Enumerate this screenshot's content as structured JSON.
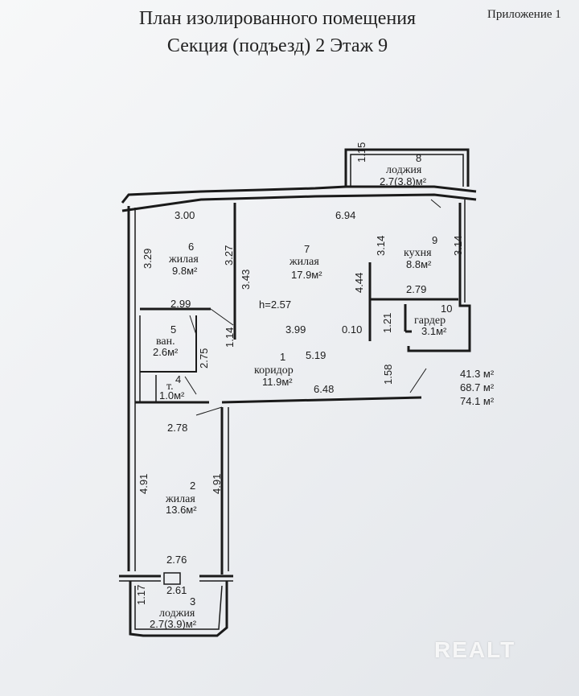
{
  "header": {
    "title": "План изолированного помещения",
    "subtitle": "Секция (подъезд) 2  Этаж 9",
    "appendix": "Приложение 1"
  },
  "rooms": {
    "r8": {
      "num": "8",
      "name": "лоджия",
      "area": "2.7(3.8)м²"
    },
    "r6": {
      "num": "6",
      "name": "жилая",
      "area": "9.8м²"
    },
    "r7": {
      "num": "7",
      "name": "жилая",
      "area": "17.9м²"
    },
    "r9": {
      "num": "9",
      "name": "кухня",
      "area": "8.8м²"
    },
    "r10": {
      "num": "10",
      "name": "гардер",
      "area": "3.1м²"
    },
    "r5": {
      "num": "5",
      "name": "ван.",
      "area": "2.6м²"
    },
    "r4": {
      "num": "4",
      "name": "т.",
      "area": "1.0м²"
    },
    "r1": {
      "num": "1",
      "name": "коридор",
      "area": "11.9м²"
    },
    "r2": {
      "num": "2",
      "name": "жилая",
      "area": "13.6м²"
    },
    "r3": {
      "num": "3",
      "name": "лоджия",
      "area": "2.7(3.9)м²"
    }
  },
  "dims": {
    "d115": "1.15",
    "d300": "3.00",
    "d694": "6.94",
    "d329": "3.29",
    "d327": "3.27",
    "d343": "3.43",
    "d314a": "3.14",
    "d314b": "3.14",
    "d444": "4.44",
    "d279": "2.79",
    "d299": "2.99",
    "h": "h=2.57",
    "d114": "1.14",
    "d399": "3.99",
    "d010": "0.10",
    "d121": "1.21",
    "d275": "2.75",
    "d519": "5.19",
    "d158": "1.58",
    "d648": "6.48",
    "d278": "2.78",
    "d491a": "4.91",
    "d491b": "4.91",
    "d276": "2.76",
    "d261": "2.61",
    "d117": "1.17"
  },
  "totals": {
    "living": "41.3 м²",
    "total": "68.7 м²",
    "with_loggia": "74.1 м²"
  },
  "watermark": "REALT"
}
